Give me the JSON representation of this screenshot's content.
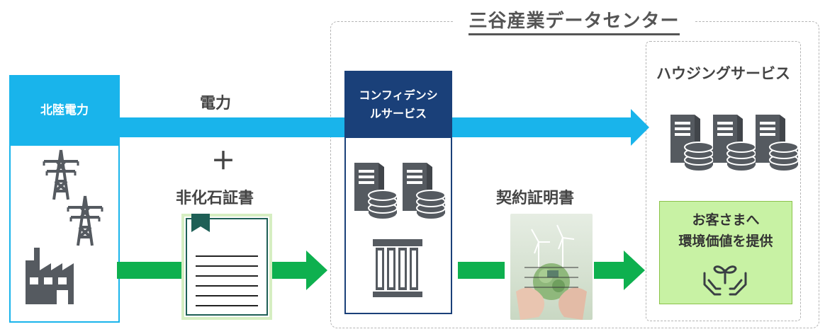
{
  "data_center": {
    "title": "三谷産業データセンター"
  },
  "housing": {
    "title": "ハウジングサービス"
  },
  "hokuriku": {
    "label": "北陸電力"
  },
  "power": {
    "label": "電力"
  },
  "plus": {
    "label": "＋"
  },
  "certificate": {
    "label": "非化石証書"
  },
  "confidential": {
    "label_line1": "コンフィデンシ",
    "label_line2": "ルサービス"
  },
  "contract": {
    "label": "契約証明書"
  },
  "customer_value": {
    "line1": "お客さまへ",
    "line2": "環境価値を提供"
  },
  "colors": {
    "power_blue": "#19b4eb",
    "green_arrow": "#0eb04f",
    "navy": "#1a4079",
    "icon_gray": "#555a60",
    "value_green": "#c8f2a4",
    "cert_teal": "#1e5f56"
  },
  "icons": [
    "transmission-tower-icon",
    "factory-icon",
    "server-icon",
    "battery-rack-icon",
    "document-icon",
    "hands-seedling-icon",
    "earth-hands-image"
  ]
}
